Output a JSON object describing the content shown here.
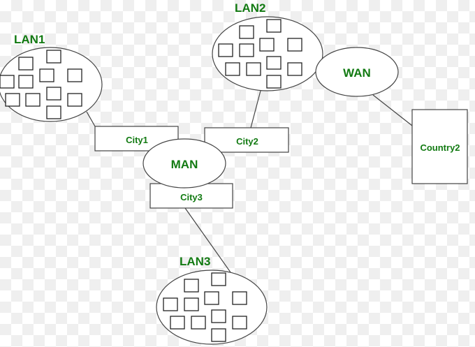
{
  "networks": {
    "lan1": {
      "label": "LAN1",
      "computers": 11
    },
    "lan2": {
      "label": "LAN2",
      "computers": 11
    },
    "lan3": {
      "label": "LAN3",
      "computers": 11
    },
    "man": {
      "label": "MAN"
    },
    "wan": {
      "label": "WAN"
    }
  },
  "nodes": {
    "city1": "City1",
    "city2": "City2",
    "city3": "City3",
    "country2": "Country2"
  },
  "colors": {
    "label": "#127a12",
    "stroke": "#444444"
  }
}
